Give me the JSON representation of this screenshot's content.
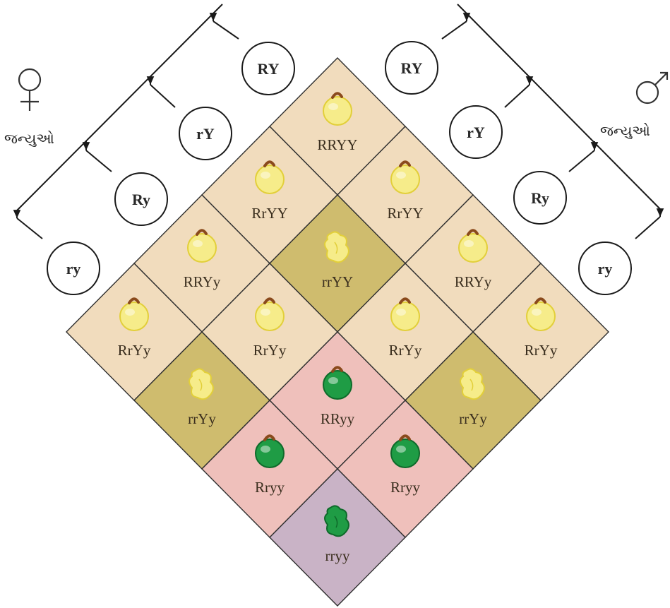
{
  "female_side": {
    "label": "જન્યુઓ",
    "symbol_icon": "female-symbol-icon"
  },
  "male_side": {
    "label": "જન્યુઓ",
    "symbol_icon": "male-symbol-icon"
  },
  "female_gametes": [
    "RY",
    "rY",
    "Ry",
    "ry"
  ],
  "male_gametes": [
    "RY",
    "rY",
    "Ry",
    "ry"
  ],
  "grid": [
    [
      {
        "genotype": "RRYY",
        "seed": "round-yellow"
      },
      {
        "genotype": "RrYY",
        "seed": "round-yellow"
      },
      {
        "genotype": "RRYy",
        "seed": "round-yellow"
      },
      {
        "genotype": "RrYy",
        "seed": "round-yellow"
      }
    ],
    [
      {
        "genotype": "RrYY",
        "seed": "round-yellow"
      },
      {
        "genotype": "rrYY",
        "seed": "wrinkled-yellow"
      },
      {
        "genotype": "RrYy",
        "seed": "round-yellow"
      },
      {
        "genotype": "rrYy",
        "seed": "wrinkled-yellow"
      }
    ],
    [
      {
        "genotype": "RRYy",
        "seed": "round-yellow"
      },
      {
        "genotype": "RrYy",
        "seed": "round-yellow"
      },
      {
        "genotype": "RRyy",
        "seed": "round-green"
      },
      {
        "genotype": "Rryy",
        "seed": "round-green"
      }
    ],
    [
      {
        "genotype": "RrYy",
        "seed": "round-yellow"
      },
      {
        "genotype": "rrYy",
        "seed": "wrinkled-yellow"
      },
      {
        "genotype": "Rryy",
        "seed": "round-green"
      },
      {
        "genotype": "rryy",
        "seed": "wrinkled-green"
      }
    ]
  ],
  "colors": {
    "round-yellow": "#f1dcbd",
    "wrinkled-yellow": "#cfbc6e",
    "round-green": "#efc0bb",
    "wrinkled-green": "#c9b3c6",
    "cell_border": "#2f2f2f",
    "seed_yellow": "#f6ec8a",
    "seed_yellow_dark": "#e2cf3a",
    "seed_green": "#1f9c45",
    "seed_green_dark": "#0e6a2a",
    "stem": "#8a4a1c"
  }
}
